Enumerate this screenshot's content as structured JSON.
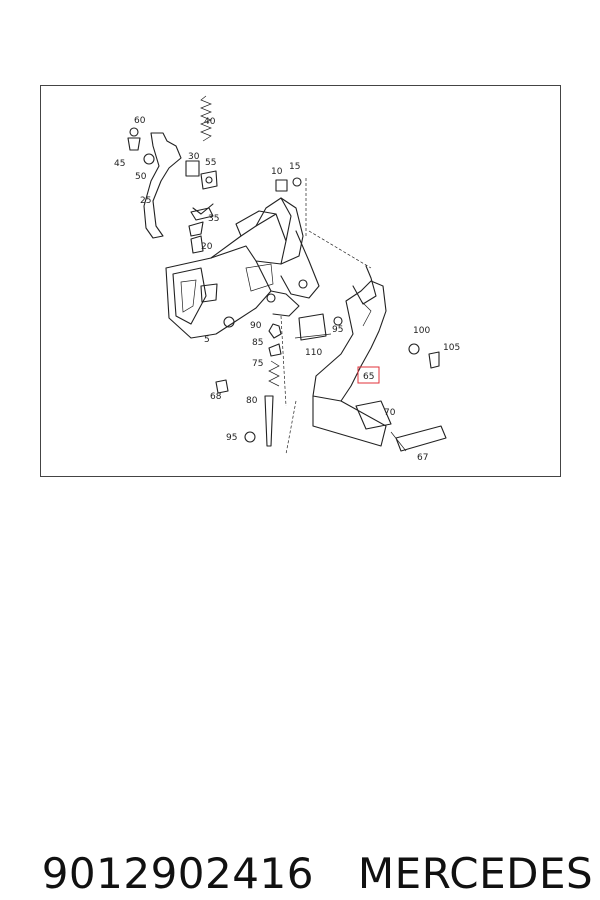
{
  "diagram": {
    "callouts": [
      "60",
      "40",
      "45",
      "50",
      "30",
      "55",
      "10",
      "15",
      "25",
      "35",
      "20",
      "5",
      "90",
      "95",
      "85",
      "110",
      "75",
      "100",
      "105",
      "65",
      "68",
      "80",
      "70",
      "95",
      "67"
    ],
    "highlighted_callout": "65",
    "highlight_color": "#e0303a"
  },
  "caption": {
    "part_number": "9012902416",
    "brand": "MERCEDES"
  }
}
